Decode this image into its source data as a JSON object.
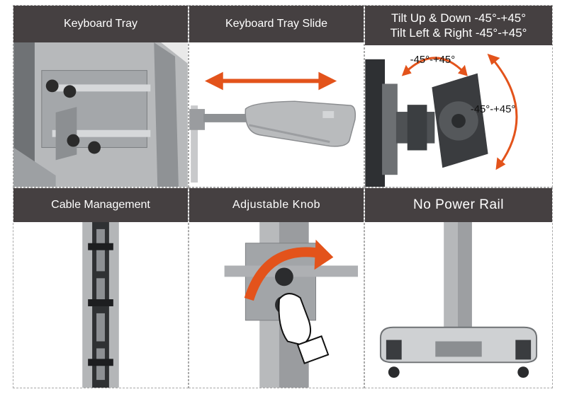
{
  "panels": [
    {
      "title": "Keyboard Tray"
    },
    {
      "title": "Keyboard Tray Slide"
    },
    {
      "title_lines": [
        "Tilt Up & Down -45°-+45°",
        "Tilt Left & Right -45°-+45°"
      ],
      "labels": {
        "horizontal_angle": "-45°-+45°",
        "vertical_angle": "-45°-+45°"
      }
    },
    {
      "title": "Cable Management"
    },
    {
      "title": "Adjustable Knob"
    },
    {
      "title": "No Power Rail"
    }
  ],
  "colors": {
    "header_bg": "#454041",
    "header_text": "#ffffff",
    "arrow": "#e3531b",
    "metal": "#a9acaf"
  }
}
